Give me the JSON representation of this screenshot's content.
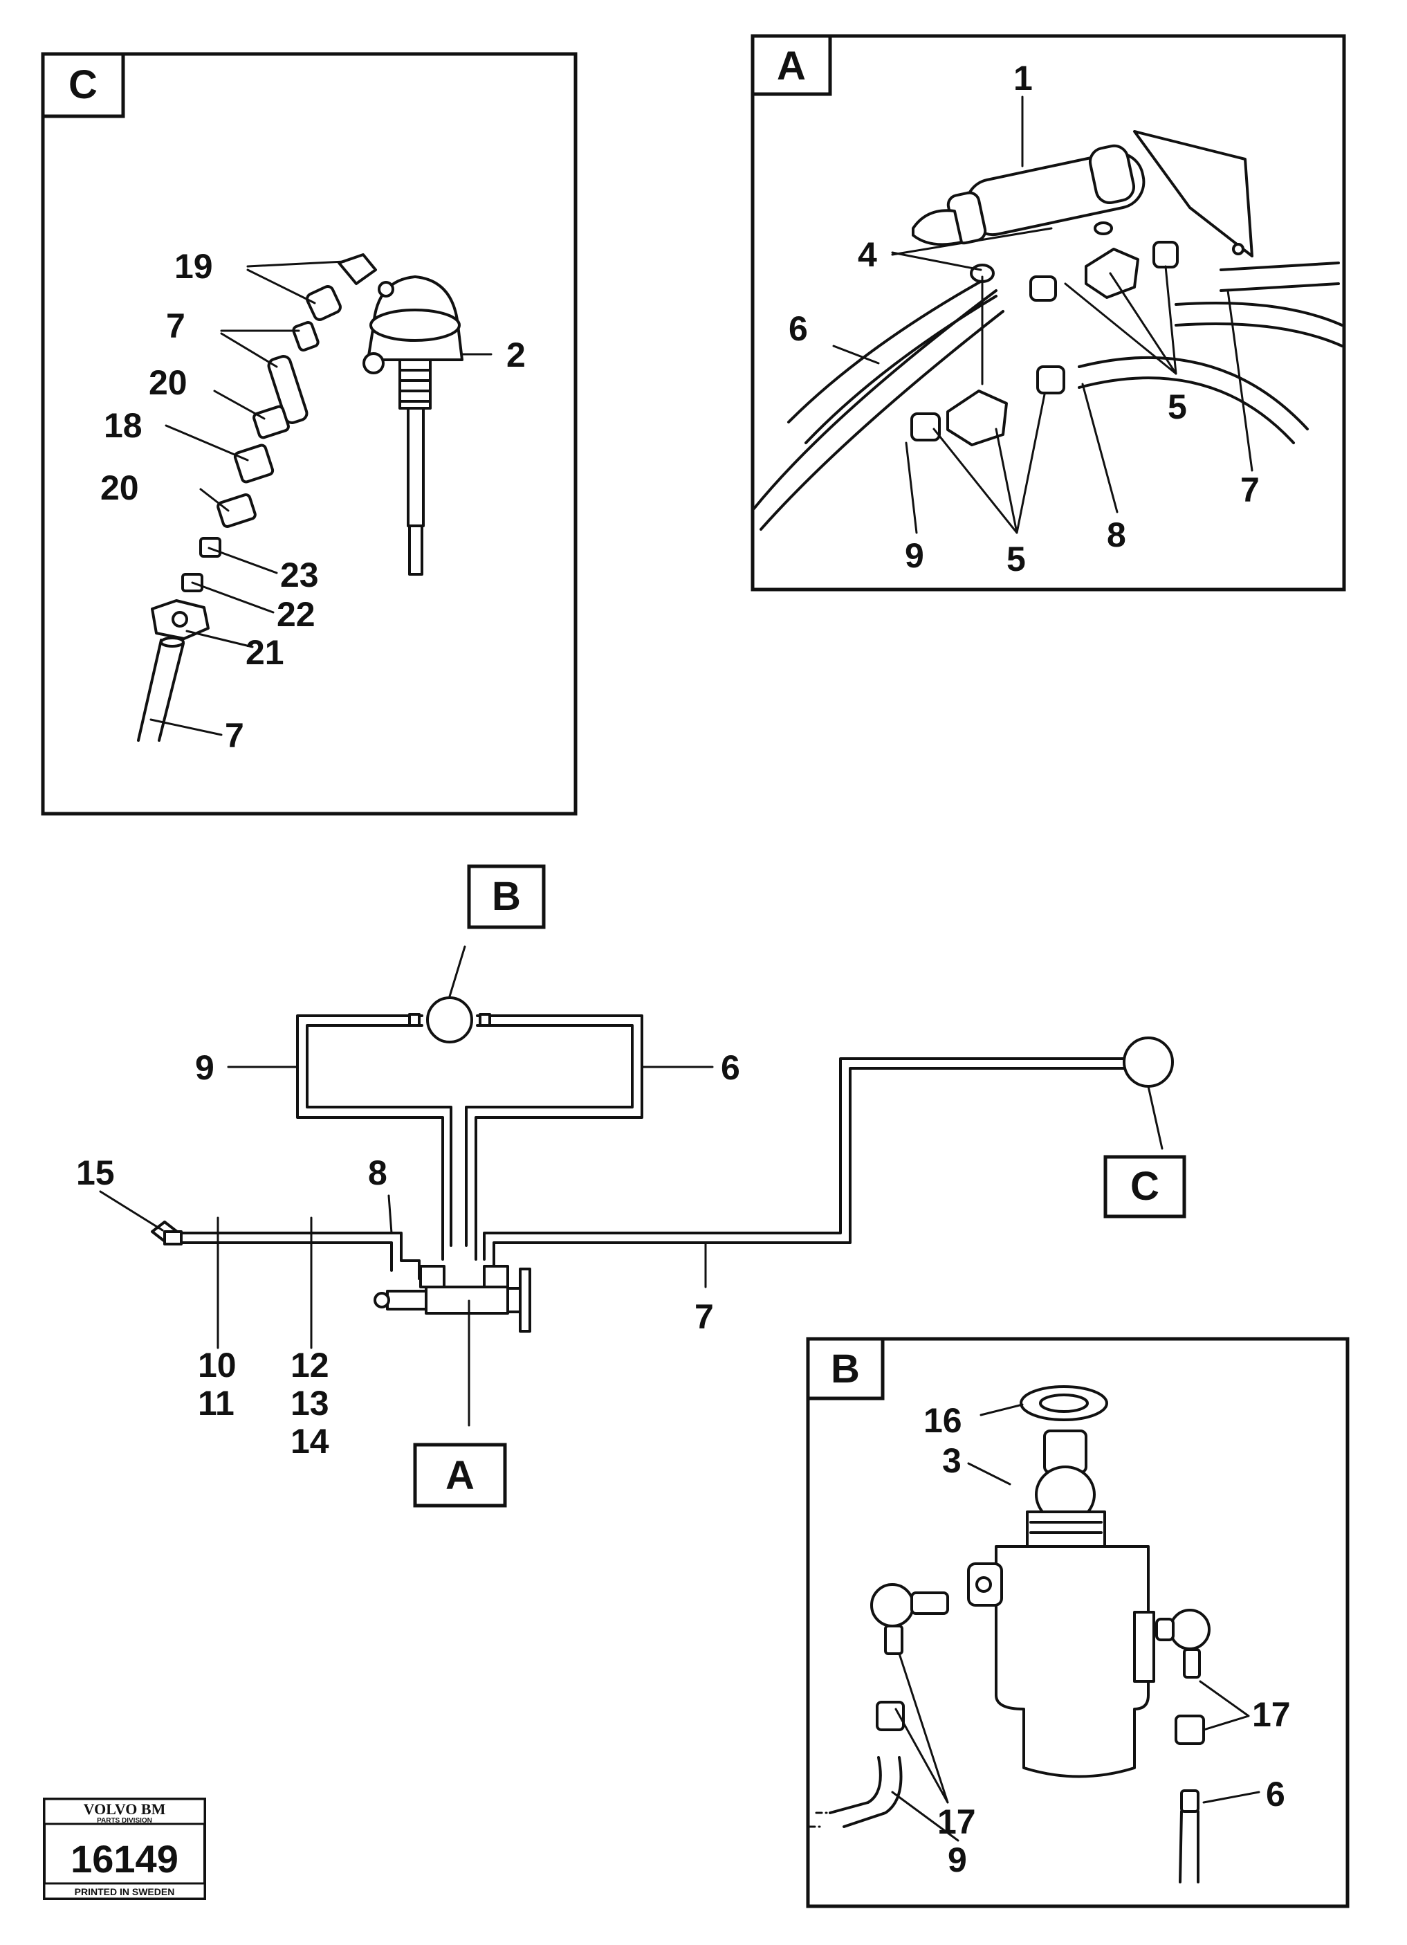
{
  "panels": {
    "C": {
      "letter": "C",
      "labels": [
        "19",
        "7",
        "2",
        "20",
        "18",
        "20",
        "23",
        "22",
        "21",
        "7"
      ]
    },
    "A": {
      "letter": "A",
      "labels": [
        "1",
        "4",
        "6",
        "5",
        "5",
        "7",
        "8",
        "9"
      ]
    },
    "B": {
      "letter": "B",
      "labels": [
        "16",
        "3",
        "17",
        "17",
        "9",
        "6"
      ]
    }
  },
  "schematic": {
    "callouts": [
      "B",
      "C",
      "A"
    ],
    "labels": [
      "9",
      "6",
      "15",
      "8",
      "7",
      "10",
      "11",
      "12",
      "13",
      "14"
    ]
  },
  "stamp": {
    "brand": "VOLVO BM",
    "division": "PARTS DIVISION",
    "number": "16149",
    "footer": "PRINTED IN SWEDEN"
  }
}
